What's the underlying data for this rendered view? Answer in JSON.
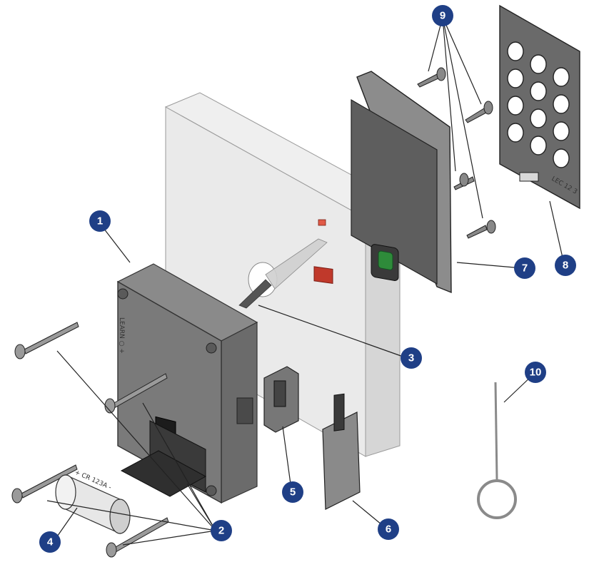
{
  "callouts": [
    {
      "id": "1",
      "label": "1"
    },
    {
      "id": "2",
      "label": "2"
    },
    {
      "id": "3",
      "label": "3"
    },
    {
      "id": "4",
      "label": "4"
    },
    {
      "id": "5",
      "label": "5"
    },
    {
      "id": "6",
      "label": "6"
    },
    {
      "id": "7",
      "label": "7"
    },
    {
      "id": "8",
      "label": "8"
    },
    {
      "id": "9",
      "label": "9"
    },
    {
      "id": "10",
      "label": "10"
    }
  ],
  "printed_text": {
    "battery_label": "+ CR 123A -",
    "lock_side_text": "LEARN ○ +",
    "keypad_label": "LEC 12 3"
  },
  "colors": {
    "callout_fill": "#1f3f86",
    "panel_fill": "#e3e3e3",
    "part_dark": "#5a5a5a",
    "part_mid": "#9a9a9a",
    "connector_red": "#c0392b",
    "sensor_green": "#2e8b3a"
  }
}
